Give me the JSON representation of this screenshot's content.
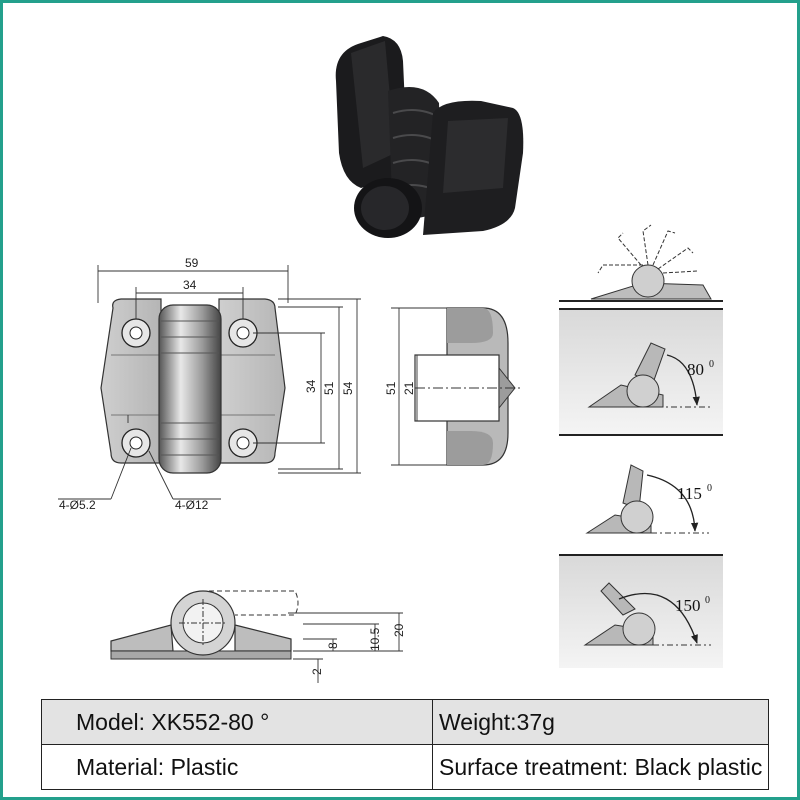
{
  "drawing": {
    "dims_front": {
      "w59": "59",
      "w34": "34",
      "h34": "34",
      "h51": "51",
      "h54": "54",
      "hole_small": "4-Ø5.2",
      "hole_large": "4-Ø12"
    },
    "dims_side": {
      "h51": "51",
      "h21": "21"
    },
    "dims_bottom": {
      "h20": "20",
      "h10_5": "10.5",
      "h8": "8",
      "h2": "2"
    },
    "angles": [
      {
        "value": "80",
        "unit": "0"
      },
      {
        "value": "115",
        "unit": "0"
      },
      {
        "value": "150",
        "unit": "0"
      }
    ]
  },
  "specs": {
    "model": "Model: XK552-80 °",
    "weight": "Weight:37g",
    "material": "Material: Plastic",
    "surface": "Surface treatment: Black plastic"
  },
  "colors": {
    "border": "#23a08c",
    "hinge_body": "#1b1b1d",
    "angle_arrow": "#222222"
  }
}
